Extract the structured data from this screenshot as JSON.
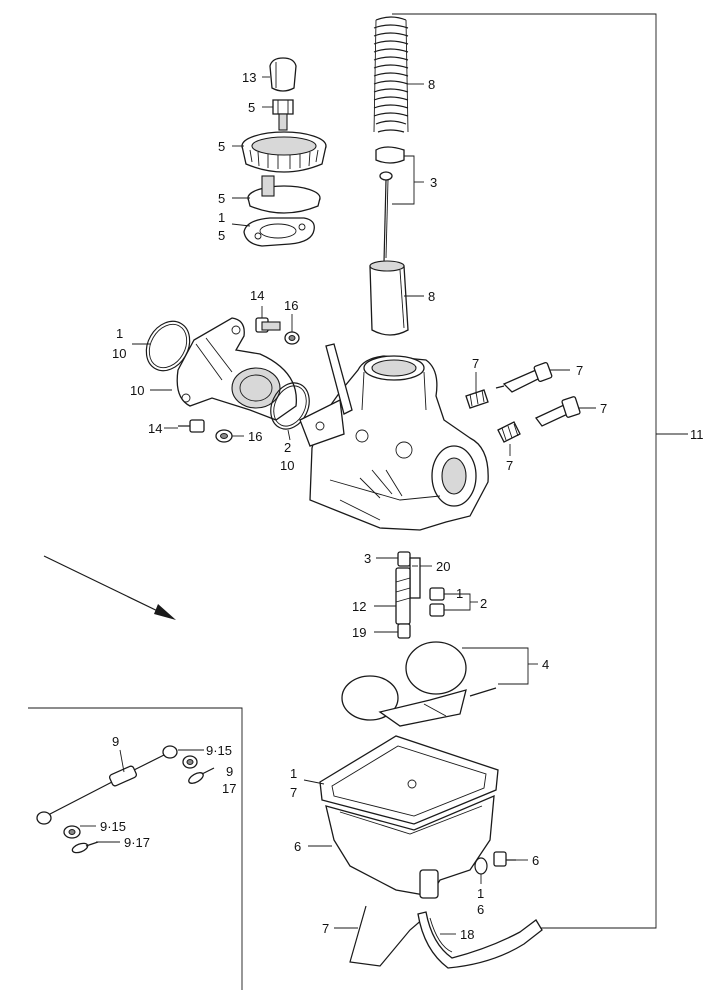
{
  "labels": {
    "l13": "13",
    "l5a": "5",
    "l5b": "5",
    "l5c": "5",
    "l1a": "1",
    "l5d": "5",
    "l8a": "8",
    "l3a": "3",
    "l8b": "8",
    "l14a": "14",
    "l16a": "16",
    "l1b": "1",
    "l10a": "10",
    "l10b": "10",
    "l7a": "7",
    "l7b": "7",
    "l7c": "7",
    "l7d": "7",
    "l11": "11",
    "l14b": "14",
    "l16b": "16",
    "l2a": "2",
    "l10c": "10",
    "l3b": "3",
    "l20": "20",
    "l1c": "1",
    "l2b": "2",
    "l12": "12",
    "l19": "19",
    "l4": "4",
    "l9a": "9",
    "l915a": "9·15",
    "l9b": "9",
    "l17": "17",
    "l915b": "9·15",
    "l917": "9·17",
    "l1d": "1",
    "l7e": "7",
    "l6a": "6",
    "l6b": "6",
    "l1e": "1",
    "l6c": "6",
    "l7f": "7",
    "l18": "18"
  }
}
